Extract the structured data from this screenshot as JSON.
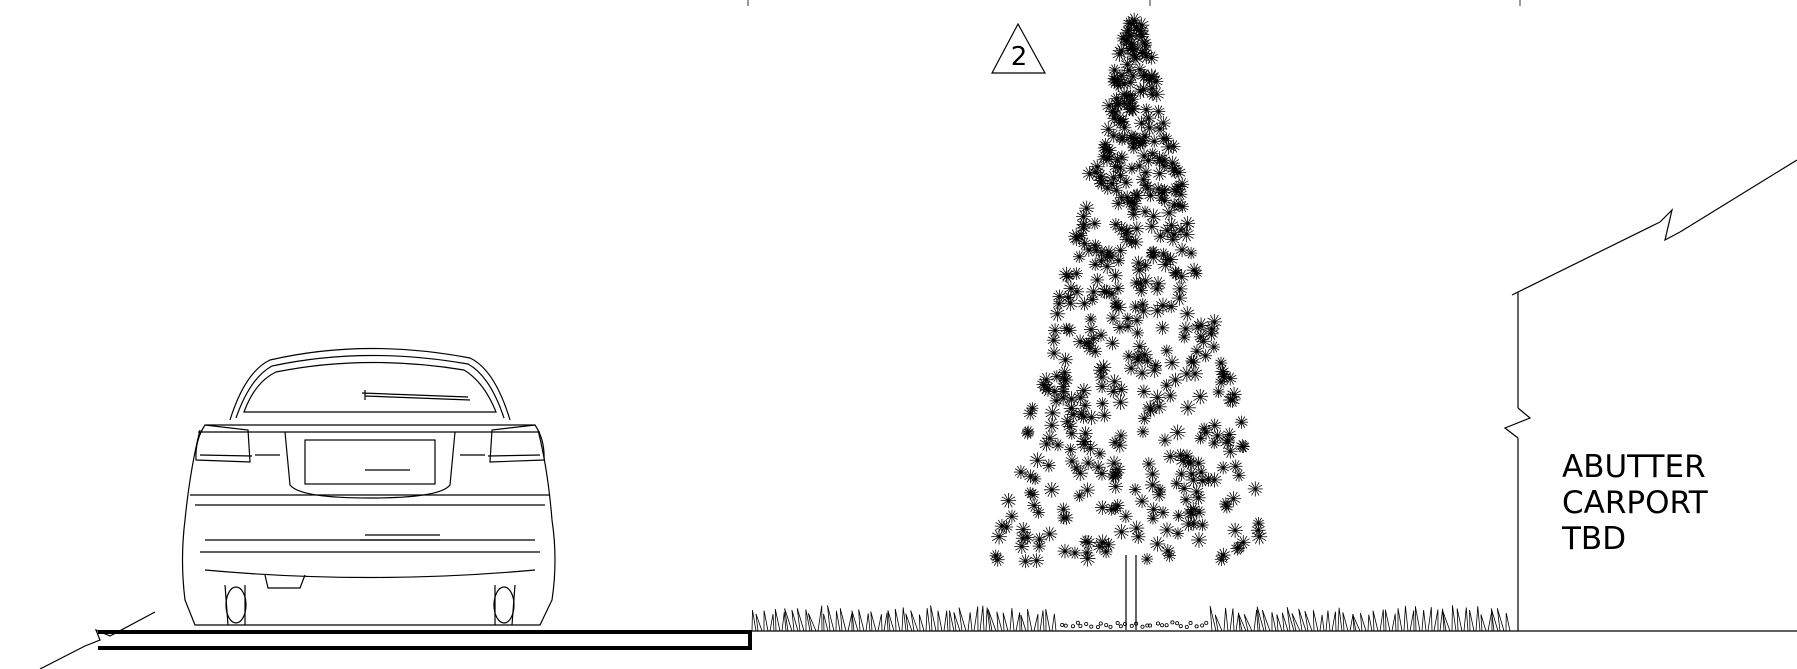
{
  "drawing": {
    "callout_number": "2",
    "abutter_label": [
      "ABUTTER",
      "CARPORT",
      "TBD"
    ],
    "ink_color": "#000000",
    "background_color": "#ffffff"
  },
  "elements": {
    "car": "car-rear-view",
    "tree": "conifer-tree-elevation",
    "grass": "grass-strip",
    "carport": "abutter-carport-outline"
  }
}
